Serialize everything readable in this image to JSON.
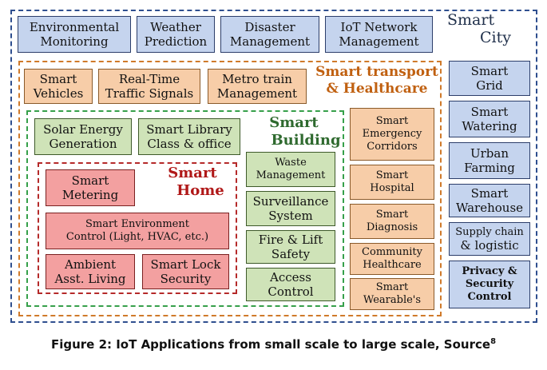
{
  "regions": {
    "city": [
      "Smart",
      "City"
    ],
    "transport": [
      "Smart transport",
      "& Healthcare"
    ],
    "building": [
      "Smart",
      "Building"
    ],
    "home": [
      "Smart",
      "Home"
    ]
  },
  "city_top": [
    [
      "Environmental",
      "Monitoring"
    ],
    [
      "Weather",
      "Prediction"
    ],
    [
      "Disaster",
      "Management"
    ],
    [
      "IoT Network",
      "Management"
    ]
  ],
  "city_right": [
    [
      "Smart",
      "Grid"
    ],
    [
      "Smart",
      "Watering"
    ],
    [
      "Urban",
      "Farming"
    ],
    [
      "Smart",
      "Warehouse"
    ],
    [
      "Supply chain",
      "& logistic"
    ],
    [
      "Privacy &",
      "Security",
      "Control"
    ]
  ],
  "transport_top": [
    [
      "Smart",
      "Vehicles"
    ],
    [
      "Real-Time",
      "Traffic Signals"
    ],
    [
      "Metro train",
      "Management"
    ]
  ],
  "healthcare": [
    [
      "Smart",
      "Emergency",
      "Corridors"
    ],
    [
      "Smart",
      "Hospital"
    ],
    [
      "Smart",
      "Diagnosis"
    ],
    [
      "Community",
      "Healthcare"
    ],
    [
      "Smart",
      "Wearable's"
    ]
  ],
  "building_top": [
    [
      "Solar Energy",
      "Generation"
    ],
    [
      "Smart Library",
      "Class & office"
    ]
  ],
  "building_right": [
    [
      "Waste",
      "Management"
    ],
    [
      "Surveillance",
      "System"
    ],
    [
      "Fire & Lift",
      "Safety"
    ],
    [
      "Access",
      "Control"
    ]
  ],
  "home": [
    [
      "Smart",
      "Metering"
    ],
    [
      "Smart Environment",
      "Control (Light, HVAC, etc.)"
    ],
    [
      "Ambient",
      "Asst. Living"
    ],
    [
      "Smart Lock",
      "Security"
    ]
  ],
  "caption": {
    "text": "Figure 2: IoT Applications from small scale to large scale, Source",
    "ref": "8"
  }
}
